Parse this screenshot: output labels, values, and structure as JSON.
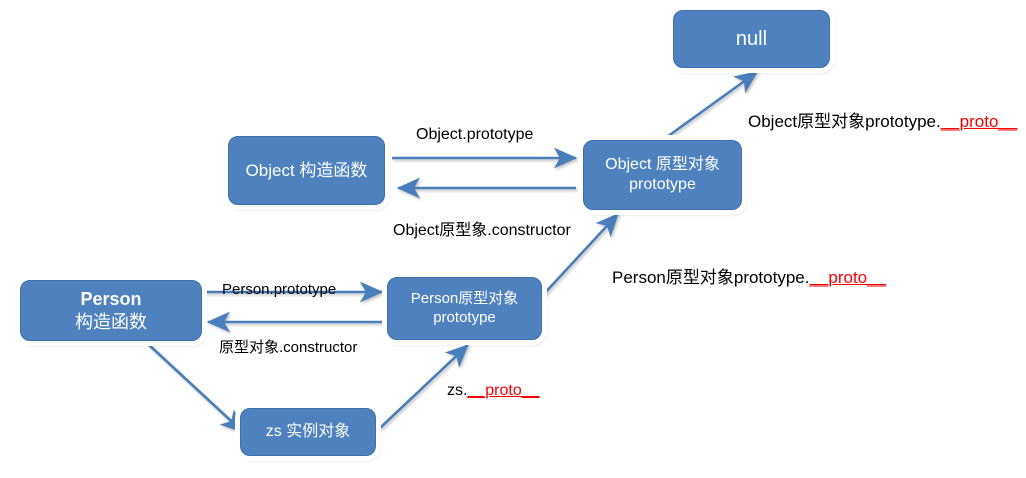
{
  "diagram": {
    "title": "JavaScript prototype chain diagram",
    "colors": {
      "node_fill": "#4E81BD",
      "node_border": "#3E6FA8",
      "node_text": "#FFFFFF",
      "arrow": "#4A7EBB",
      "label_text": "#000000",
      "accent_red": "#FF0000",
      "background": "#FFFFFF"
    },
    "nodes": [
      {
        "id": "null",
        "text": "null",
        "line1": "null",
        "line2": ""
      },
      {
        "id": "object-ctor",
        "text": "Object 构造函数",
        "line1": "Object 构造函数",
        "line2": ""
      },
      {
        "id": "object-prototype",
        "text": "Object 原型对象 prototype",
        "line1": "Object 原型对象",
        "line2": "prototype"
      },
      {
        "id": "person-ctor",
        "text": "Person 构造函数",
        "line1": "Person",
        "line2": " 构造函数"
      },
      {
        "id": "person-prototype",
        "text": "Person原型对象 prototype",
        "line1": "Person原型对象",
        "line2": "prototype"
      },
      {
        "id": "zs-instance",
        "text": "zs 实例对象",
        "line1": "zs 实例对象",
        "line2": ""
      }
    ],
    "edge_labels": [
      {
        "id": "object-prototype-label",
        "text": "Object.prototype"
      },
      {
        "id": "object-constructor-label",
        "text": "Object原型象.constructor"
      },
      {
        "id": "person-prototype-label",
        "text": "Person.prototype"
      },
      {
        "id": "person-constructor-label",
        "text": "原型对象.constructor"
      },
      {
        "id": "object-proto-proto-label",
        "black": "Object原型对象prototype.",
        "red": "__proto__"
      },
      {
        "id": "person-proto-proto-label",
        "black": "Person原型对象prototype.",
        "red": "__proto__"
      },
      {
        "id": "zs-proto-label",
        "black": "zs.",
        "red": "__proto__"
      }
    ]
  }
}
